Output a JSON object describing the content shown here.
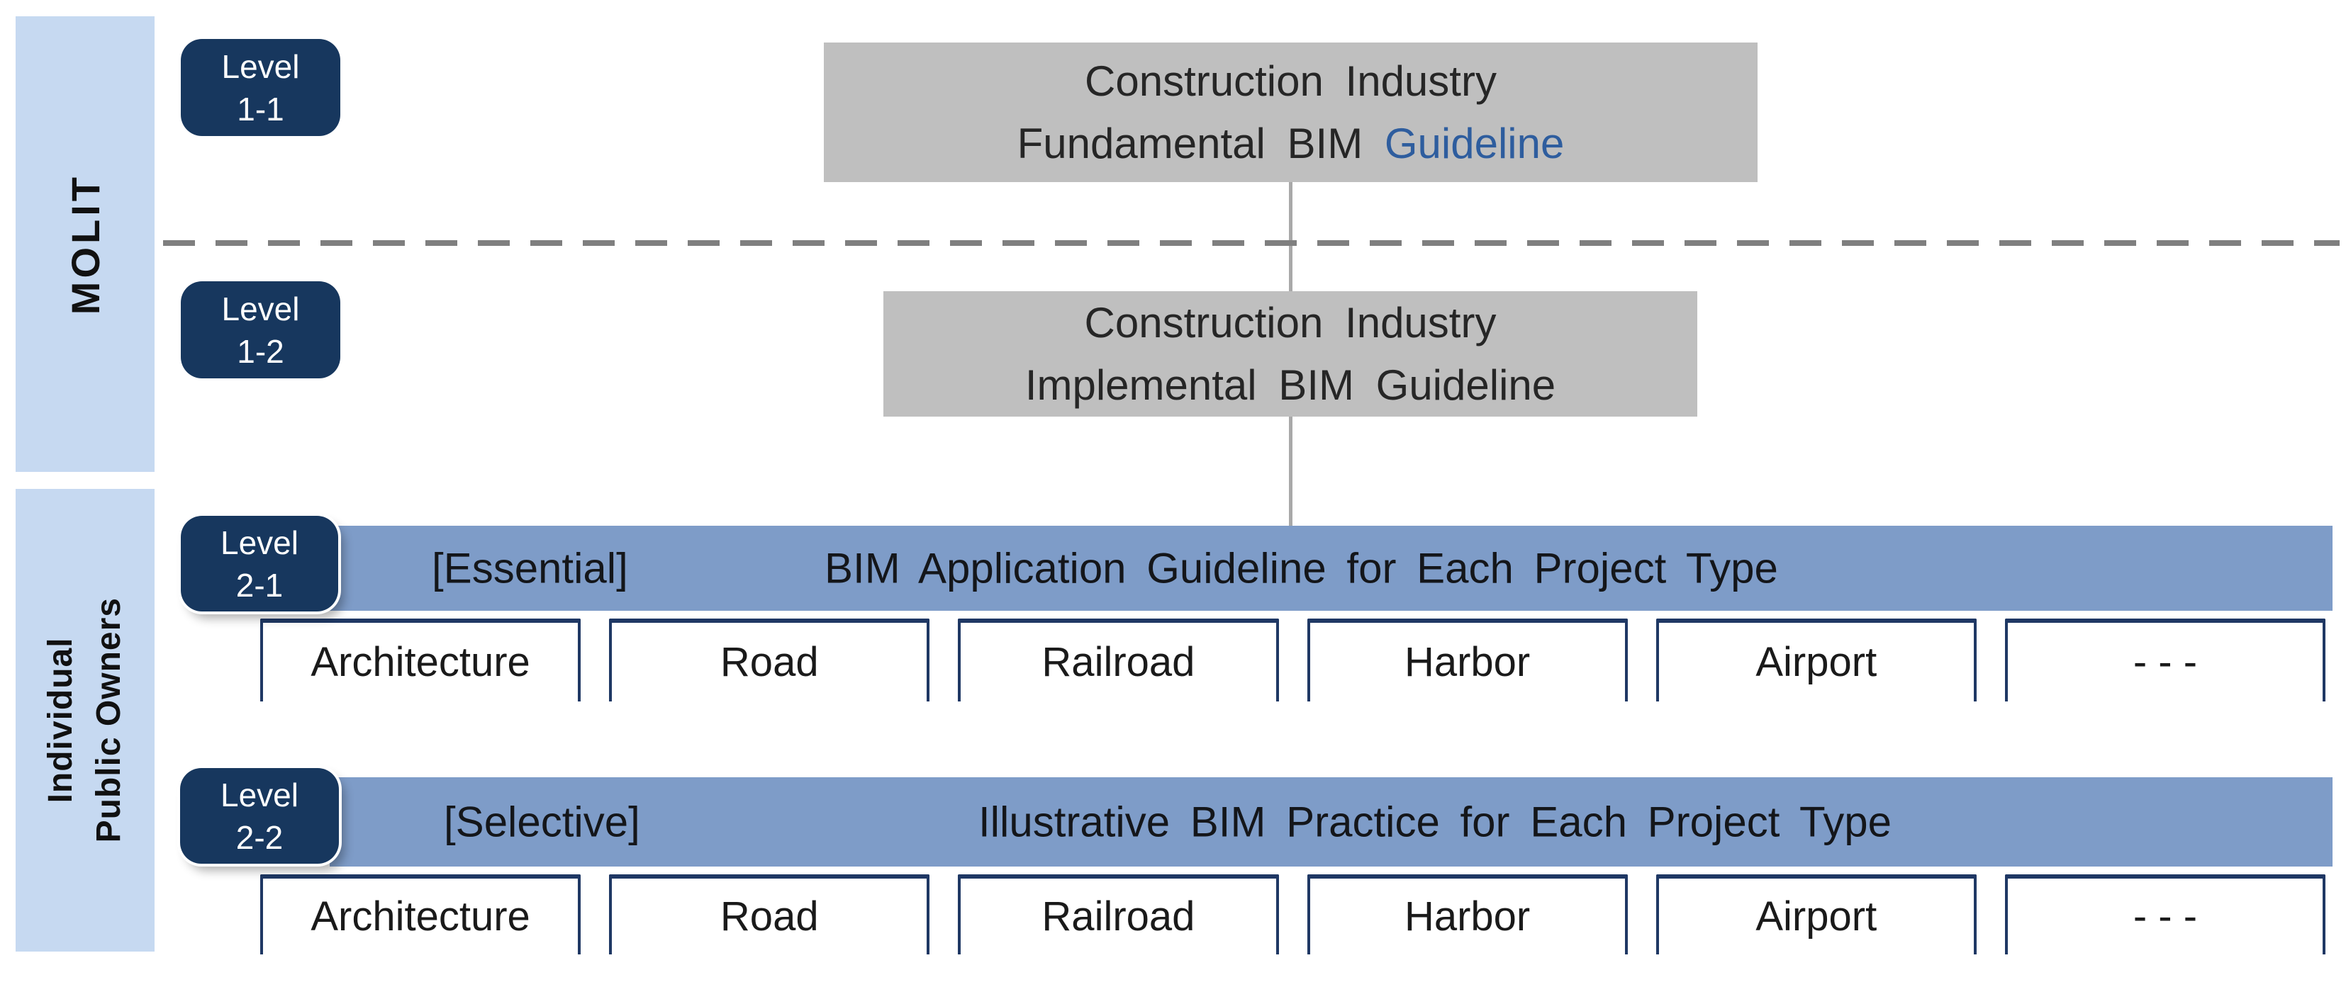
{
  "palette": {
    "sidebar_bg": "#c6d9f1",
    "badge_bg": "#17375e",
    "badge_text": "#ffffff",
    "bar_bg": "#7e9cc8",
    "gray_box_bg": "#bfbfbf",
    "type_box_border": "#1f3864",
    "guideline_accent_text": "#2e5d9e",
    "connector_line": "#a9a9a9",
    "dashed_divider": "#7f7f7f",
    "body_text": "#1f1f1f"
  },
  "sidebars": {
    "molit_label": "MOLIT",
    "individual_label": "Individual\nPublic Owners"
  },
  "levels": {
    "l11": {
      "badge_line1": "Level",
      "badge_line2": "1-1",
      "box_line1": "Construction Industry",
      "box_line2_prefix": "Fundamental BIM ",
      "box_line2_accent": "Guideline"
    },
    "l12": {
      "badge_line1": "Level",
      "badge_line2": "1-2",
      "box_line1": "Construction Industry",
      "box_line2": "Implemental BIM Guideline"
    },
    "l21": {
      "badge_line1": "Level",
      "badge_line2": "2-1",
      "tag": "[Essential]",
      "title": "BIM Application Guideline for Each Project Type",
      "boxes": [
        "Architecture",
        "Road",
        "Railroad",
        "Harbor",
        "Airport",
        "- - -"
      ]
    },
    "l22": {
      "badge_line1": "Level",
      "badge_line2": "2-2",
      "tag": "[Selective]",
      "title": "Illustrative BIM Practice for Each Project Type",
      "boxes": [
        "Architecture",
        "Road",
        "Railroad",
        "Harbor",
        "Airport",
        "- - -"
      ]
    }
  }
}
